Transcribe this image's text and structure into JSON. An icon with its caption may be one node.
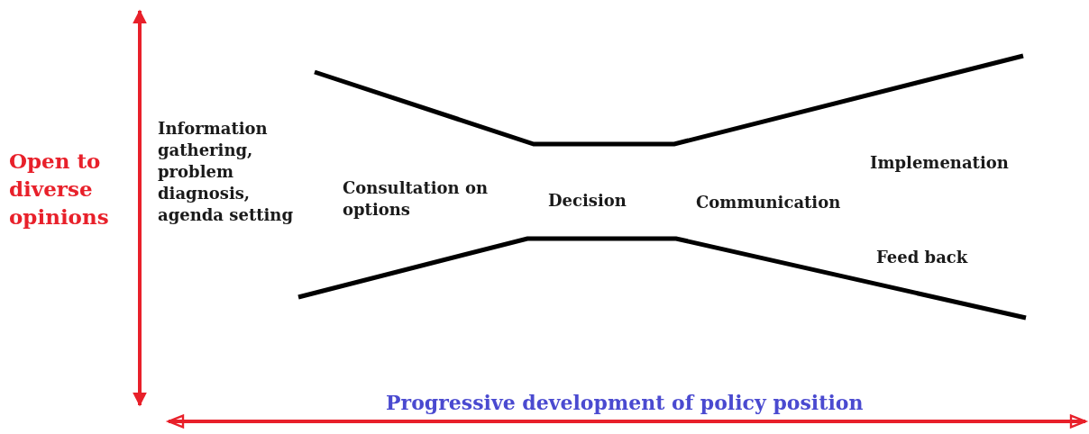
{
  "diagram": {
    "labels": [
      "Open to diverse opinions",
      "Information gathering, problem diagnosis, agenda setting",
      "Consultation on options",
      "Decision",
      "Communication",
      "Implemenation",
      "Feed back",
      "Progressive development of policy position"
    ]
  }
}
